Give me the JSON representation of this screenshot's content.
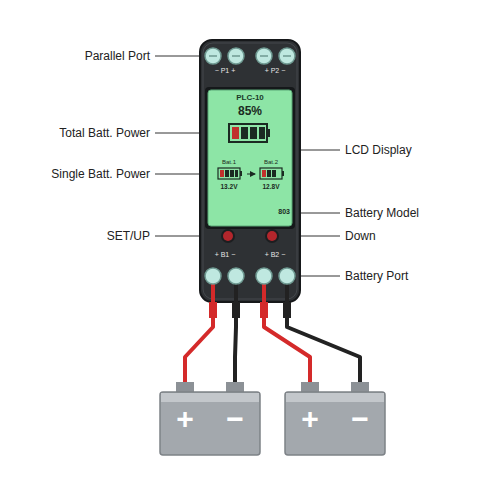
{
  "diagram": {
    "nodes": [
      {
        "text": [
          "− P1 +",
          "+ P2 −",
          "+ B1 −",
          "+ B2 −"
        ]
      },
      {
        "text": [
          "PLC-10",
          "85%",
          "803"
        ],
        "in": 0
      },
      {
        "text": [
          "Bat.1",
          "13.2V"
        ],
        "in": 1
      },
      {
        "text": [
          "Bat.2",
          "12.8V"
        ],
        "in": 1
      },
      {
        "text": [
          "+",
          "−"
        ]
      },
      {
        "text": [
          "+",
          "−"
        ]
      }
    ],
    "edges": [
      {
        "from": 0,
        "to": 4,
        "arrow": "none"
      },
      {
        "from": 0,
        "to": 4,
        "arrow": "none"
      },
      {
        "from": 0,
        "to": 5,
        "arrow": "none"
      },
      {
        "from": 0,
        "to": 5,
        "arrow": "none"
      },
      {
        "from": 2,
        "to": 3,
        "arrow": "to"
      }
    ],
    "labels": [
      "Parallel Port",
      "Total Batt. Power",
      "Single Batt. Power",
      "SET/UP",
      "LCD Display",
      "Battery Model",
      "Down",
      "Battery Port"
    ]
  }
}
